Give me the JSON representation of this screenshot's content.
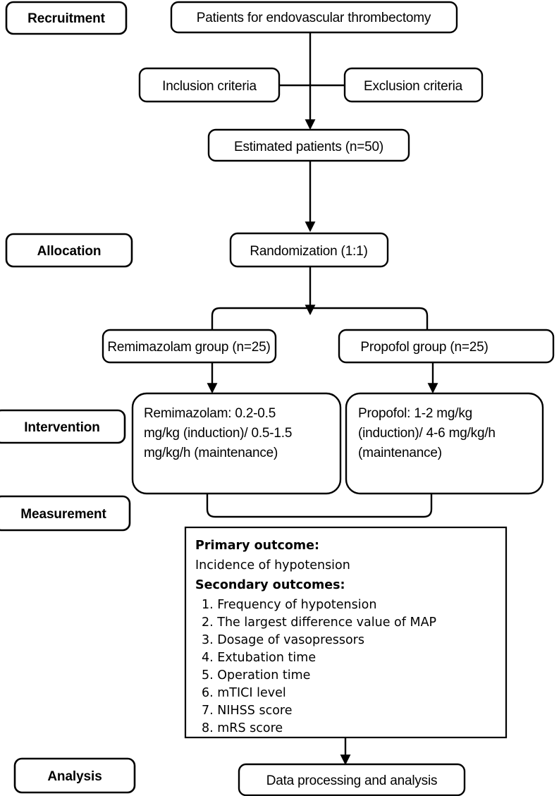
{
  "diagram": {
    "title": "CONSORT-style trial flow diagram",
    "background_color": "#ffffff",
    "line_color": "#000000"
  },
  "stages": [
    {
      "id": "recruitment",
      "label": "Recruitment"
    },
    {
      "id": "allocation",
      "label": "Allocation"
    },
    {
      "id": "intervention",
      "label": "Intervention"
    },
    {
      "id": "measurement",
      "label": "Measurement"
    },
    {
      "id": "analysis",
      "label": "Analysis"
    }
  ],
  "nodes": {
    "patients": {
      "label": "Patients for endovascular thrombectomy"
    },
    "inclusion": {
      "label": "Inclusion criteria"
    },
    "exclusion": {
      "label": "Exclusion criteria"
    },
    "estimated": {
      "label": "Estimated patients (n=50)"
    },
    "randomization": {
      "label": "Randomization (1:1)"
    },
    "group_remimazolam": {
      "label": "Remimazolam group (n=25)"
    },
    "group_propofol": {
      "label": "Propofol group (n=25)"
    },
    "dose_remimazolam": {
      "lines": [
        "Remimazolam: 0.2-0.5",
        "mg/kg (induction)/ 0.5-1.5",
        "mg/kg/h (maintenance)"
      ]
    },
    "dose_propofol": {
      "lines": [
        "Propofol: 1-2 mg/kg",
        "(induction)/ 4-6 mg/kg/h",
        "(maintenance)"
      ]
    },
    "analysis_node": {
      "label": "Data processing and analysis"
    }
  },
  "outcomes": {
    "primary_heading": "Primary outcome:",
    "primary_items": [
      "Incidence of hypotension"
    ],
    "secondary_heading": "Secondary outcomes:",
    "secondary_items": [
      "1. Frequency of hypotension",
      "2. The largest difference value of MAP",
      "3. Dosage of vasopressors",
      "4. Extubation time",
      "5. Operation time",
      "6. mTICI level",
      "7. NIHSS score",
      "8. mRS score"
    ]
  }
}
